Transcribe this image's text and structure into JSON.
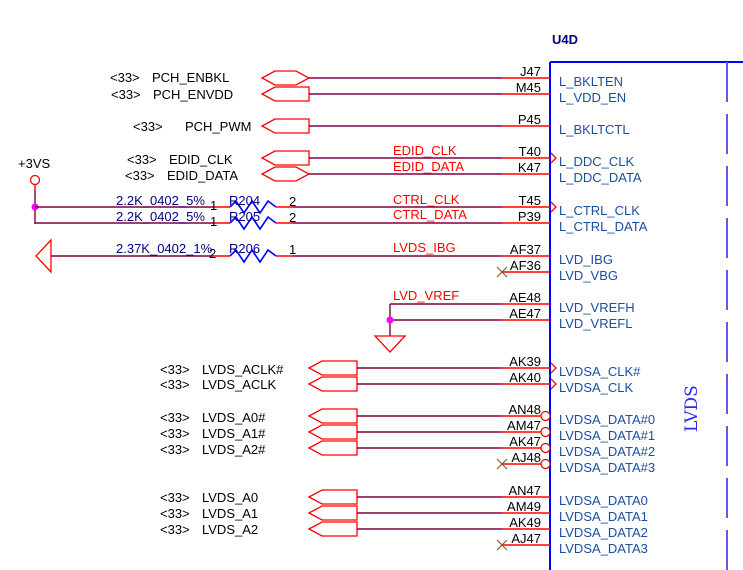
{
  "component": {
    "ref": "U4D",
    "section_label": "LVDS",
    "colors": {
      "net": "#ff0000",
      "wire": "#800040",
      "body": "#0000ff",
      "pin_name": "#1a4ea0",
      "junction": "#ff00ff"
    }
  },
  "power": {
    "label": "+3VS"
  },
  "ports": [
    {
      "sheet": "<33>",
      "name": "PCH_ENBKL"
    },
    {
      "sheet": "<33>",
      "name": "PCH_ENVDD"
    },
    {
      "sheet": "<33>",
      "name": "PCH_PWM"
    },
    {
      "sheet": "<33>",
      "name": "EDID_CLK"
    },
    {
      "sheet": "<33>",
      "name": "EDID_DATA"
    },
    {
      "sheet": "<33>",
      "name": "LVDS_ACLK#"
    },
    {
      "sheet": "<33>",
      "name": "LVDS_ACLK"
    },
    {
      "sheet": "<33>",
      "name": "LVDS_A0#"
    },
    {
      "sheet": "<33>",
      "name": "LVDS_A1#"
    },
    {
      "sheet": "<33>",
      "name": "LVDS_A2#"
    },
    {
      "sheet": "<33>",
      "name": "LVDS_A0"
    },
    {
      "sheet": "<33>",
      "name": "LVDS_A1"
    },
    {
      "sheet": "<33>",
      "name": "LVDS_A2"
    }
  ],
  "net_labels": [
    "EDID_CLK",
    "EDID_DATA",
    "CTRL_CLK",
    "CTRL_DATA",
    "LVDS_IBG",
    "LVD_VREF"
  ],
  "resistors": [
    {
      "ref": "R204",
      "value": "2.2K_0402_5%",
      "pin_left": "1",
      "pin_right": "2"
    },
    {
      "ref": "R205",
      "value": "2.2K_0402_5%",
      "pin_left": "1",
      "pin_right": "2"
    },
    {
      "ref": "R206",
      "value": "2.37K_0402_1%",
      "pin_left": "2",
      "pin_right": "1"
    }
  ],
  "pins": [
    {
      "num": "J47",
      "name": "L_BKLTEN"
    },
    {
      "num": "M45",
      "name": "L_VDD_EN"
    },
    {
      "num": "P45",
      "name": "L_BKLTCTL"
    },
    {
      "num": "T40",
      "name": "L_DDC_CLK"
    },
    {
      "num": "K47",
      "name": "L_DDC_DATA"
    },
    {
      "num": "T45",
      "name": "L_CTRL_CLK"
    },
    {
      "num": "P39",
      "name": "L_CTRL_DATA"
    },
    {
      "num": "AF37",
      "name": "LVD_IBG"
    },
    {
      "num": "AF36",
      "name": "LVD_VBG"
    },
    {
      "num": "AE48",
      "name": "LVD_VREFH"
    },
    {
      "num": "AE47",
      "name": "LVD_VREFL"
    },
    {
      "num": "AK39",
      "name": "LVDSA_CLK#"
    },
    {
      "num": "AK40",
      "name": "LVDSA_CLK"
    },
    {
      "num": "AN48",
      "name": "LVDSA_DATA#0"
    },
    {
      "num": "AM47",
      "name": "LVDSA_DATA#1"
    },
    {
      "num": "AK47",
      "name": "LVDSA_DATA#2"
    },
    {
      "num": "AJ48",
      "name": "LVDSA_DATA#3"
    },
    {
      "num": "AN47",
      "name": "LVDSA_DATA0"
    },
    {
      "num": "AM49",
      "name": "LVDSA_DATA1"
    },
    {
      "num": "AK49",
      "name": "LVDSA_DATA2"
    },
    {
      "num": "AJ47",
      "name": "LVDSA_DATA3"
    }
  ]
}
